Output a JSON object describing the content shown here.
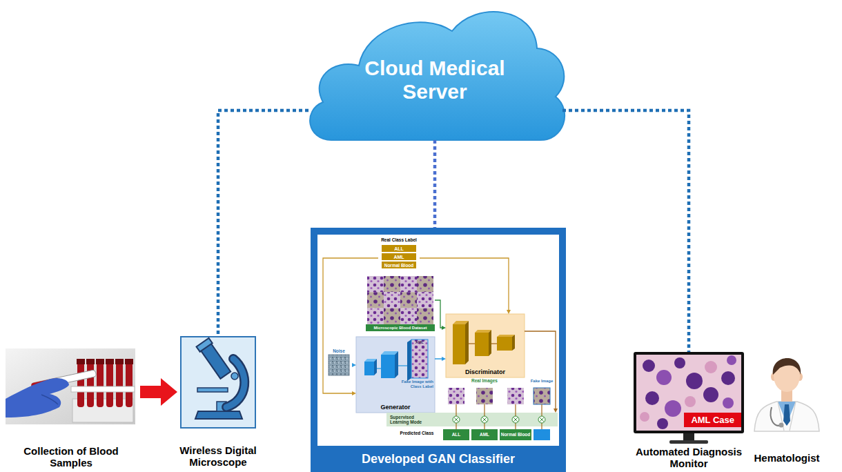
{
  "diagram": {
    "nodes": [
      {
        "text": [
          "Cloud Medical Server"
        ]
      },
      {
        "text": [
          "Collection of Blood Samples"
        ]
      },
      {
        "text": [
          "Wireless Digital Microscope"
        ]
      },
      {
        "text": [
          "Developed GAN Classifier"
        ]
      },
      {
        "text": [
          "Real Class Label"
        ],
        "in": 3
      },
      {
        "text": [
          "ALL"
        ],
        "in": 4
      },
      {
        "text": [
          "AML"
        ],
        "in": 4
      },
      {
        "text": [
          "Normal Blood"
        ],
        "in": 4
      },
      {
        "text": [
          "Microscopic Blood Dataset"
        ],
        "in": 3
      },
      {
        "text": [
          "Noise"
        ],
        "in": 3
      },
      {
        "text": [
          "Fake Image with Class Label",
          "Generator"
        ],
        "in": 3
      },
      {
        "text": [
          "Discriminator"
        ],
        "in": 3
      },
      {
        "text": [
          "Supervised Learning Mode"
        ],
        "in": 3
      },
      {
        "text": [
          "ALL"
        ],
        "in": 3
      },
      {
        "text": [
          "AML"
        ],
        "in": 3
      },
      {
        "text": [
          "Normal Blood"
        ],
        "in": 3
      },
      {
        "text": [
          "AML Case",
          "Automated Diagnosis Monitor"
        ]
      },
      {
        "text": [
          "Hematologist"
        ]
      }
    ],
    "edges": [
      {
        "from": 1,
        "to": 2,
        "arrow": "to"
      },
      {
        "from": 0,
        "to": 2,
        "arrow": "none"
      },
      {
        "from": 0,
        "to": 3,
        "arrow": "none"
      },
      {
        "from": 0,
        "to": 16,
        "arrow": "none"
      },
      {
        "from": 4,
        "to": 10,
        "arrow": "to"
      },
      {
        "from": 4,
        "to": 11,
        "arrow": "to"
      },
      {
        "from": 8,
        "to": 11,
        "arrow": "to"
      },
      {
        "from": 9,
        "to": 10,
        "arrow": "to"
      },
      {
        "from": 10,
        "to": 11,
        "arrow": "to"
      },
      {
        "from": 11,
        "to": 12,
        "arrow": "to"
      }
    ],
    "labels": [
      "Real Images",
      "Fake Image",
      "Predicted Class",
      "AML"
    ]
  }
}
